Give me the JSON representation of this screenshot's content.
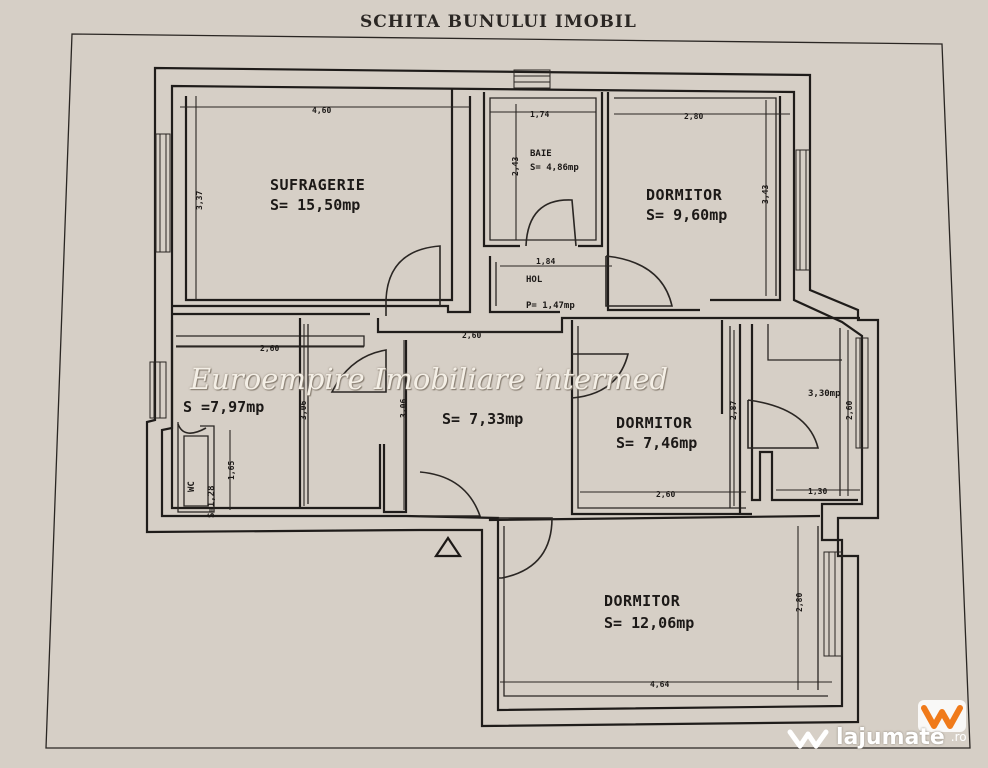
{
  "title": "SCHITA BUNULUI IMOBIL",
  "rooms": {
    "sufragerie": {
      "name": "SUFRAGERIE",
      "area": "S= 15,50mp"
    },
    "baie": {
      "name": "BAIE",
      "area": "S= 4,86mp"
    },
    "dormitor1": {
      "name": "DORMITOR",
      "area": "S= 9,60mp"
    },
    "hol": {
      "name": "HOL",
      "area": "P= 1,47mp"
    },
    "bucatarie": {
      "area": "S =7,97mp"
    },
    "hol2": {
      "area": "S= 7,33mp"
    },
    "dormitor2": {
      "name": "DORMITOR",
      "area": "S= 7,46mp"
    },
    "debara": {
      "area": "3,30mp"
    },
    "dormitor3": {
      "name": "DORMITOR",
      "area": "S= 12,06mp"
    },
    "wc": {
      "label": "WC",
      "area": "S=1,28"
    }
  },
  "dimensions": {
    "d1": "4,60",
    "d2": "1,74",
    "d3": "2,80",
    "d4": "3,37",
    "d5": "2,43",
    "d6": "3,43",
    "d7": "1,84",
    "d8": "2,60",
    "d9": "2,60",
    "d10": "3,06",
    "d11": "2,87",
    "d12": "2,60",
    "d13": "1,30",
    "d14": "2,60",
    "d15": "4,64",
    "d16": "2,80",
    "d17": "1,65",
    "d18": "3,06"
  },
  "watermark": "Euroempire Imobiliare intermed",
  "brand": {
    "name": "lajumate",
    "tld": ".ro",
    "color": "#f07a1a"
  }
}
